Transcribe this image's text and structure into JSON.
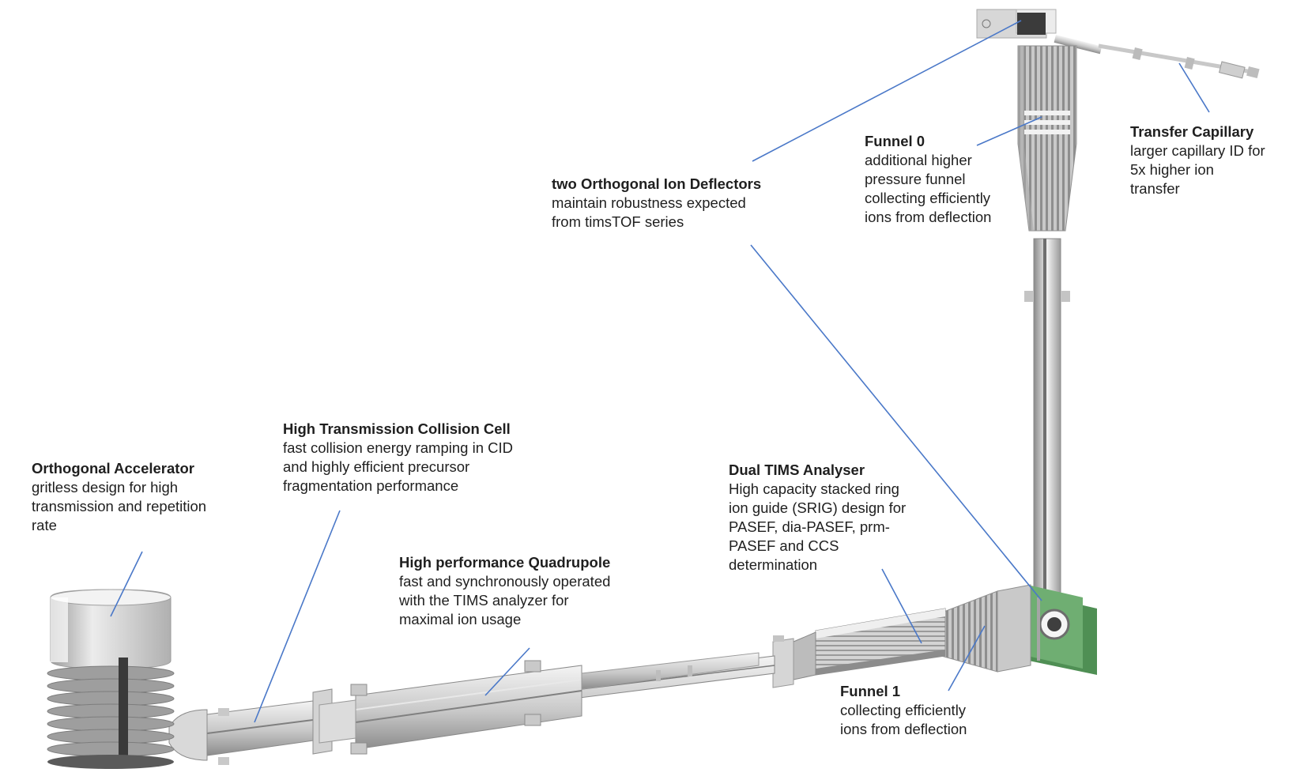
{
  "colors": {
    "leader_line": "#4a78c8",
    "metal_light": "#e6e6e6",
    "metal_mid": "#bdbdbd",
    "metal_dark": "#7d7d7d",
    "pcb_green": "#5f9e62"
  },
  "labels": {
    "transfer_capillary": {
      "title": "Transfer Capillary",
      "lines": [
        "larger capillary ID for",
        "5x higher ion",
        "transfer"
      ]
    },
    "funnel_0": {
      "title": "Funnel 0",
      "lines": [
        "additional higher",
        "pressure funnel",
        "collecting efficiently",
        "ions from deflection"
      ]
    },
    "ion_deflectors": {
      "title": "two Orthogonal Ion Deflectors",
      "lines": [
        "maintain robustness expected",
        "from timsTOF series"
      ]
    },
    "collision_cell": {
      "title": "High Transmission Collision Cell",
      "lines": [
        "fast collision energy ramping in CID",
        "and highly efficient precursor",
        "fragmentation performance"
      ]
    },
    "orthogonal_accelerator": {
      "title": "Orthogonal Accelerator",
      "lines": [
        "gritless design for high",
        "transmission and repetition",
        "rate"
      ]
    },
    "dual_tims": {
      "title": "Dual TIMS Analyser",
      "lines": [
        "High capacity stacked ring",
        "ion guide (SRIG) design for",
        "PASEF, dia-PASEF, prm-",
        "PASEF and CCS",
        "determination"
      ]
    },
    "quadrupole": {
      "title": "High performance Quadrupole",
      "lines": [
        "fast and synchronously operated",
        "with the TIMS analyzer for",
        "maximal ion usage"
      ]
    },
    "funnel_1": {
      "title": "Funnel 1",
      "lines": [
        "collecting efficiently",
        "ions from deflection"
      ]
    }
  }
}
